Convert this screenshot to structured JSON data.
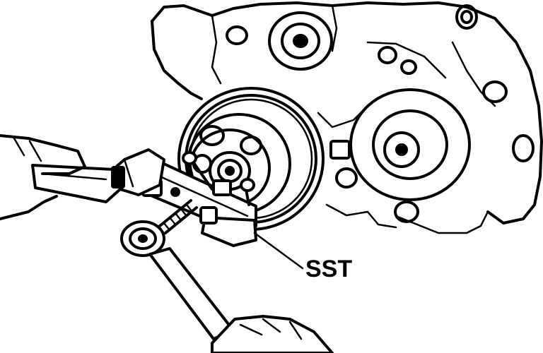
{
  "figure": {
    "callout_label": "SST"
  },
  "parts": {
    "engine_block": "engine-block",
    "crankshaft_pulley": "crankshaft-pulley",
    "special_service_tool": "special-service-tool",
    "adjustable_wrench": "adjustable-wrench",
    "box_end_wrench": "box-end-wrench",
    "left_hand": "left-hand",
    "right_hand": "right-hand"
  }
}
